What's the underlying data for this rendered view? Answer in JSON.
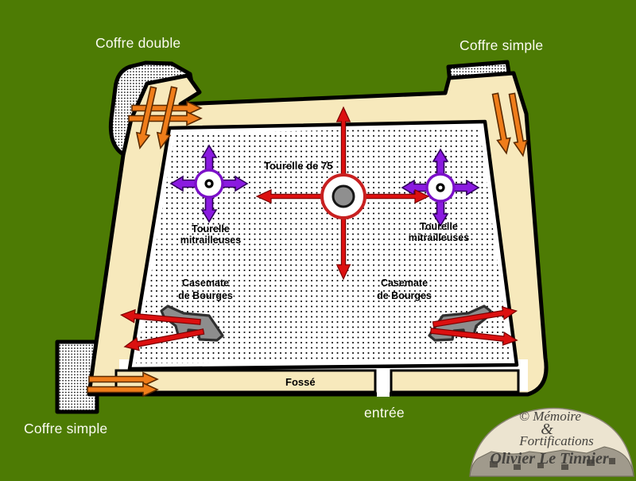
{
  "outside_labels": {
    "coffre_double": "Coffre double",
    "coffre_simple_top_right": "Coffre simple",
    "coffre_simple_bottom_left": "Coffre simple",
    "entree": "entrée"
  },
  "fort_labels": {
    "tourelle_75": "Tourelle de 75",
    "tourelle_mitrailleuses_left": {
      "line1": "Tourelle",
      "line2": "mitrailleuses"
    },
    "tourelle_mitrailleuses_right": {
      "line1": "Tourelle",
      "line2": "mitrailleuses"
    },
    "casemate_left": {
      "line1": "Casemate",
      "line2": "de Bourges"
    },
    "casemate_right": {
      "line1": "Casemate",
      "line2": "de Bourges"
    },
    "fosse": "Fossé"
  },
  "logo": {
    "copyright_line": "© Mémoire",
    "ampersand": "&",
    "fortifications": "Fortifications",
    "author": "Olivier Le Tinnier"
  },
  "colors": {
    "background_green": "#4d7b04",
    "rampart_tan": "#f7e9bc",
    "outline_black": "#000000",
    "arrow_orange": "#ef7d1a",
    "arrow_red": "#dc1010",
    "arrow_purple": "#8a1ae0",
    "turret_ring_red": "#c82020",
    "turret_ring_purple": "#7b10c8",
    "casemate_gray": "#8d8d8d",
    "label_dark": "#000000",
    "label_light": "#fcfcf2"
  },
  "icons": {
    "orange-arrow-icon": "orange flanking-fire arrow (polygon shape)",
    "red-arrow-icon": "red gun-fire arrow (polygon shape)",
    "purple-cross-arrow-icon": "purple four-way machine-gun arrow cross",
    "turret-circle-icon": "circular turret symbol",
    "casemate-icon": "gray casemate silhouette"
  }
}
